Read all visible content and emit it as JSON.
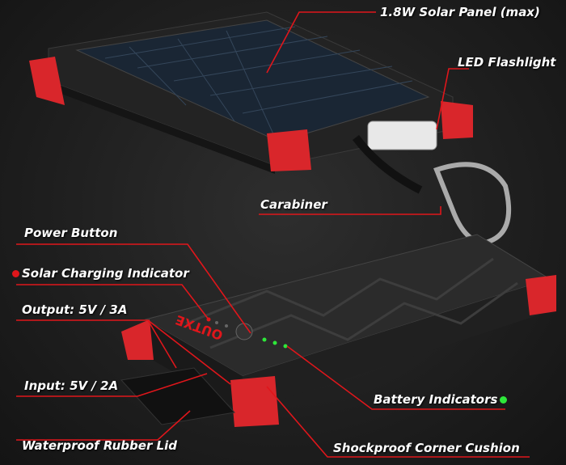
{
  "brand": "OUTXE",
  "callouts": {
    "solar_panel": "1.8W Solar Panel (max)",
    "led_flashlight": "LED Flashlight",
    "carabiner": "Carabiner",
    "power_button": "Power Button",
    "solar_charging_indicator": "Solar Charging Indicator",
    "output": "Output: 5V / 3A",
    "input": "Input: 5V / 2A",
    "waterproof_lid": "Waterproof Rubber Lid",
    "battery_indicators": "Battery Indicators",
    "shockproof_corner": "Shockproof Corner Cushion"
  },
  "colors": {
    "accent": "#e0161b",
    "led_green": "#2ee83a",
    "label_text": "#ffffff"
  }
}
